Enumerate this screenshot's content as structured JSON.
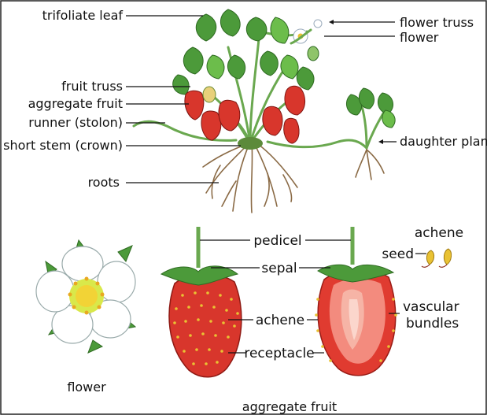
{
  "labels": {
    "trifoliate_leaf": "trifoliate leaf",
    "flower_truss": "flower truss",
    "flower_top": "flower",
    "fruit_truss": "fruit truss",
    "aggregate_fruit_top": "aggregate fruit",
    "runner": "runner (stolon)",
    "short_stem": "short stem (crown)",
    "daughter_plant": "daughter plant",
    "roots": "roots",
    "pedicel": "pedicel",
    "sepal": "sepal",
    "achene_mid": "achene",
    "receptacle": "receptacle",
    "achene_right": "achene",
    "seed": "seed",
    "vascular_line1": "vascular",
    "vascular_line2": "bundles",
    "flower_bottom": "flower",
    "aggregate_fruit_bottom": "aggregate fruit"
  },
  "colors": {
    "fruit_red": "#d8362c",
    "fruit_dark": "#b51f1a",
    "leaf_green": "#4c9a3a",
    "stem_green": "#6aa84f",
    "root_brown": "#8a6a45",
    "achene_yellow": "#e9c233",
    "flesh_pink": "#f6b4a6"
  }
}
